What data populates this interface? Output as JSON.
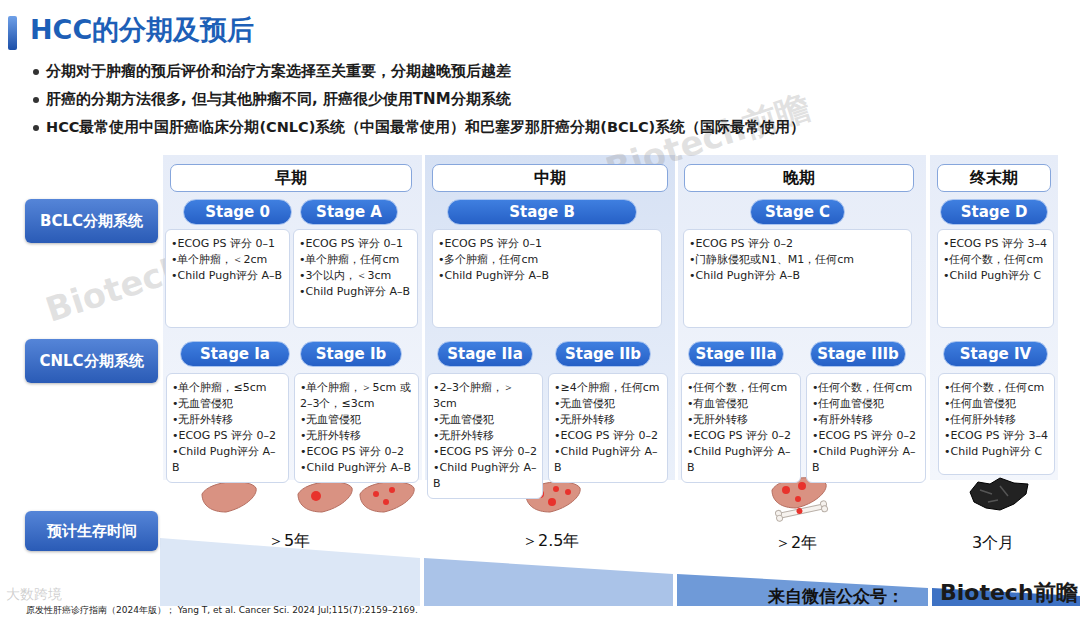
{
  "diagram": {
    "title": "HCC的分期及预后",
    "nodes": [
      {
        "text": [
          "早期"
        ]
      },
      {
        "text": [
          "中期"
        ]
      },
      {
        "text": [
          "晚期"
        ]
      },
      {
        "text": [
          "终末期"
        ]
      },
      {
        "text": [
          "BCLC分期系统"
        ]
      },
      {
        "text": [
          "Stage 0"
        ]
      },
      {
        "text": [
          "•ECOG PS 评分 0–1",
          "•单个肿瘤，＜2cm",
          "•Child Pugh评分 A–B"
        ]
      },
      {
        "text": [
          "Stage A"
        ]
      },
      {
        "text": [
          "•ECOG PS 评分 0–1",
          "•单个肿瘤，任何cm",
          "•3个以内，＜3cm",
          "•Child Pugh评分 A–B"
        ]
      },
      {
        "text": [
          "Stage B"
        ]
      },
      {
        "text": [
          "•ECOG PS 评分 0–1",
          "•多个肿瘤，任何cm",
          "•Child Pugh评分 A–B"
        ]
      },
      {
        "text": [
          "Stage C"
        ]
      },
      {
        "text": [
          "•ECOG PS 评分 0–2",
          "•门静脉侵犯或N1、M1，任何cm",
          "•Child Pugh评分 A–B"
        ]
      },
      {
        "text": [
          "Stage D"
        ]
      },
      {
        "text": [
          "•ECOG PS 评分 3–4",
          "•任何个数，任何cm",
          "•Child Pugh评分 C"
        ]
      },
      {
        "text": [
          "CNLC分期系统"
        ]
      },
      {
        "text": [
          "Stage Ia"
        ]
      },
      {
        "text": [
          "•单个肿瘤，≤5cm",
          "•无血管侵犯",
          "•无肝外转移",
          "•ECOG PS 评分 0–2",
          "•Child Pugh评分 A–B"
        ]
      },
      {
        "text": [
          "Stage Ib"
        ]
      },
      {
        "text": [
          "•单个肿瘤，＞5cm 或2–3个，≤3cm",
          "•无血管侵犯",
          "•无肝外转移",
          "•ECOG PS 评分 0–2",
          "•Child Pugh评分 A–B"
        ]
      },
      {
        "text": [
          "Stage IIa"
        ]
      },
      {
        "text": [
          "•2–3个肿瘤，＞3cm",
          "•无血管侵犯",
          "•无肝外转移",
          "•ECOG PS 评分 0–2",
          "•Child Pugh评分 A–B"
        ]
      },
      {
        "text": [
          "Stage IIb"
        ]
      },
      {
        "text": [
          "•≥4个肿瘤，任何cm",
          "•无血管侵犯",
          "•无肝外转移",
          "•ECOG PS 评分 0–2",
          "•Child Pugh评分 A–B"
        ]
      },
      {
        "text": [
          "Stage IIIa"
        ]
      },
      {
        "text": [
          "•任何个数，任何cm",
          "•有血管侵犯",
          "•无肝外转移",
          "•ECOG PS 评分 0–2",
          "•Child Pugh评分 A–B"
        ]
      },
      {
        "text": [
          "Stage IIIb"
        ]
      },
      {
        "text": [
          "•任何个数，任何cm",
          "•任何血管侵犯",
          "•有肝外转移",
          "•ECOG PS 评分 0–2",
          "•Child Pugh评分 A–B"
        ]
      },
      {
        "text": [
          "Stage IV"
        ]
      },
      {
        "text": [
          "•任何个数，任何cm",
          "•任何血管侵犯",
          "•任何肝外转移",
          "•ECOG PS 评分 3–4",
          "•Child Pugh评分 C"
        ]
      },
      {
        "text": [
          "预计生存时间"
        ]
      }
    ],
    "labels": [
      "分期对于肿瘤的预后评价和治疗方案选择至关重要，分期越晚预后越差",
      "肝癌的分期方法很多, 但与其他肿瘤不同, 肝癌很少使用TNM分期系统",
      "HCC最常使用中国肝癌临床分期(CNLC)系统（中国最常使用）和巴塞罗那肝癌分期(BCLC)系统（国际最常使用）",
      "＞5年",
      "＞2.5年",
      "＞2年",
      "3个月",
      "来自微信公众号：",
      "Biotech前瞻",
      "原发性肝癌诊疗指南（2024年版）； Yang T, et al. Cancer Sci. 2024 Jul;115(7):2159–2169.",
      "Biotech前瞻",
      "Biotech前瞻",
      "大数跨境"
    ]
  }
}
